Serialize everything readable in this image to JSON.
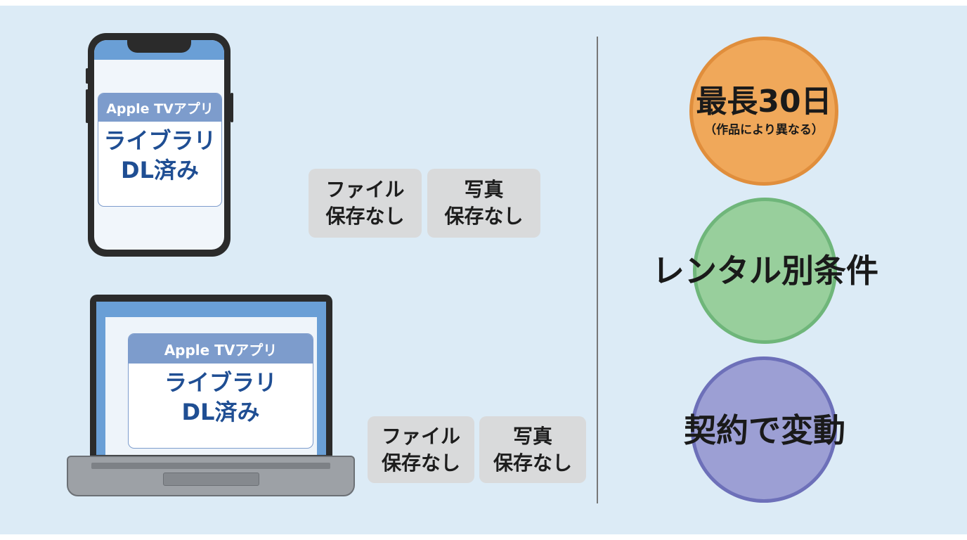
{
  "devices": {
    "phone": {
      "app_label": "Apple TVアプリ",
      "line1": "ライブラリ",
      "line2": "DL済み"
    },
    "laptop": {
      "app_label": "Apple TVアプリ",
      "line1": "ライブラリ",
      "line2": "DL済み"
    }
  },
  "tags": {
    "phone_file": "ファイル\n保存なし",
    "phone_photo": "写真\n保存なし",
    "laptop_file": "ファイル\n保存なし",
    "laptop_photo": "写真\n保存なし"
  },
  "conditions": [
    {
      "main": "最長30日",
      "sub": "（作品により異なる）",
      "color": "#f0a85a"
    },
    {
      "main": "レンタル別条件",
      "color": "#98cf9c"
    },
    {
      "main": "契約で変動",
      "color": "#9c9fd4"
    }
  ],
  "colors": {
    "background": "#dcebf6",
    "app_header": "#7d9ccc",
    "app_text": "#1f4e93",
    "tag": "#d9dadb"
  }
}
